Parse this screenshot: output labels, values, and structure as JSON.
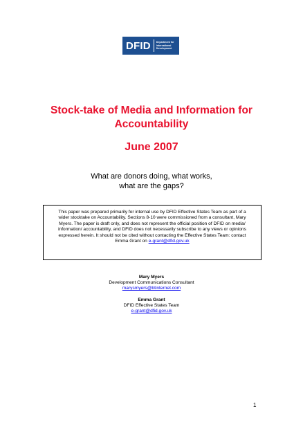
{
  "logo": {
    "word": "DFID",
    "sub_lines": [
      "Department for",
      "International",
      "Development"
    ],
    "color": "#1d4f91"
  },
  "title": {
    "line1": "Stock-take of Media and Information for",
    "line2": "Accountability",
    "color": "#e8112d"
  },
  "date": "June 2007",
  "subtitle": {
    "line1": "What are donors doing, what works,",
    "line2": "what are the gaps?"
  },
  "notice": {
    "lines": [
      "This paper was prepared primarily for internal use by DFID Effective States Team as part of a",
      "wider stocktake on Accountability. Sections 8-10 were commissioned from a consultant, Mary",
      "Myers.  The paper is draft only, and does not represent the official position of DFID on media/",
      "information/ accountability, and DFID does not necessarily subscribe to any views or opinions",
      "expressed herein. It should not be cited without contacting the Effective States Team: contact"
    ],
    "contact_prefix": "Emma Grant on ",
    "contact_email": "e-grant@dfid.gov.uk"
  },
  "authors": [
    {
      "name": "Mary Myers",
      "role": "Development Communications Consultant",
      "email": "marysmyers@btinternet.com"
    },
    {
      "name": "Emma Grant",
      "role": "DFID Effective States Team",
      "email": "e-grant@dfid.gov.uk"
    }
  ],
  "page_number": "1"
}
